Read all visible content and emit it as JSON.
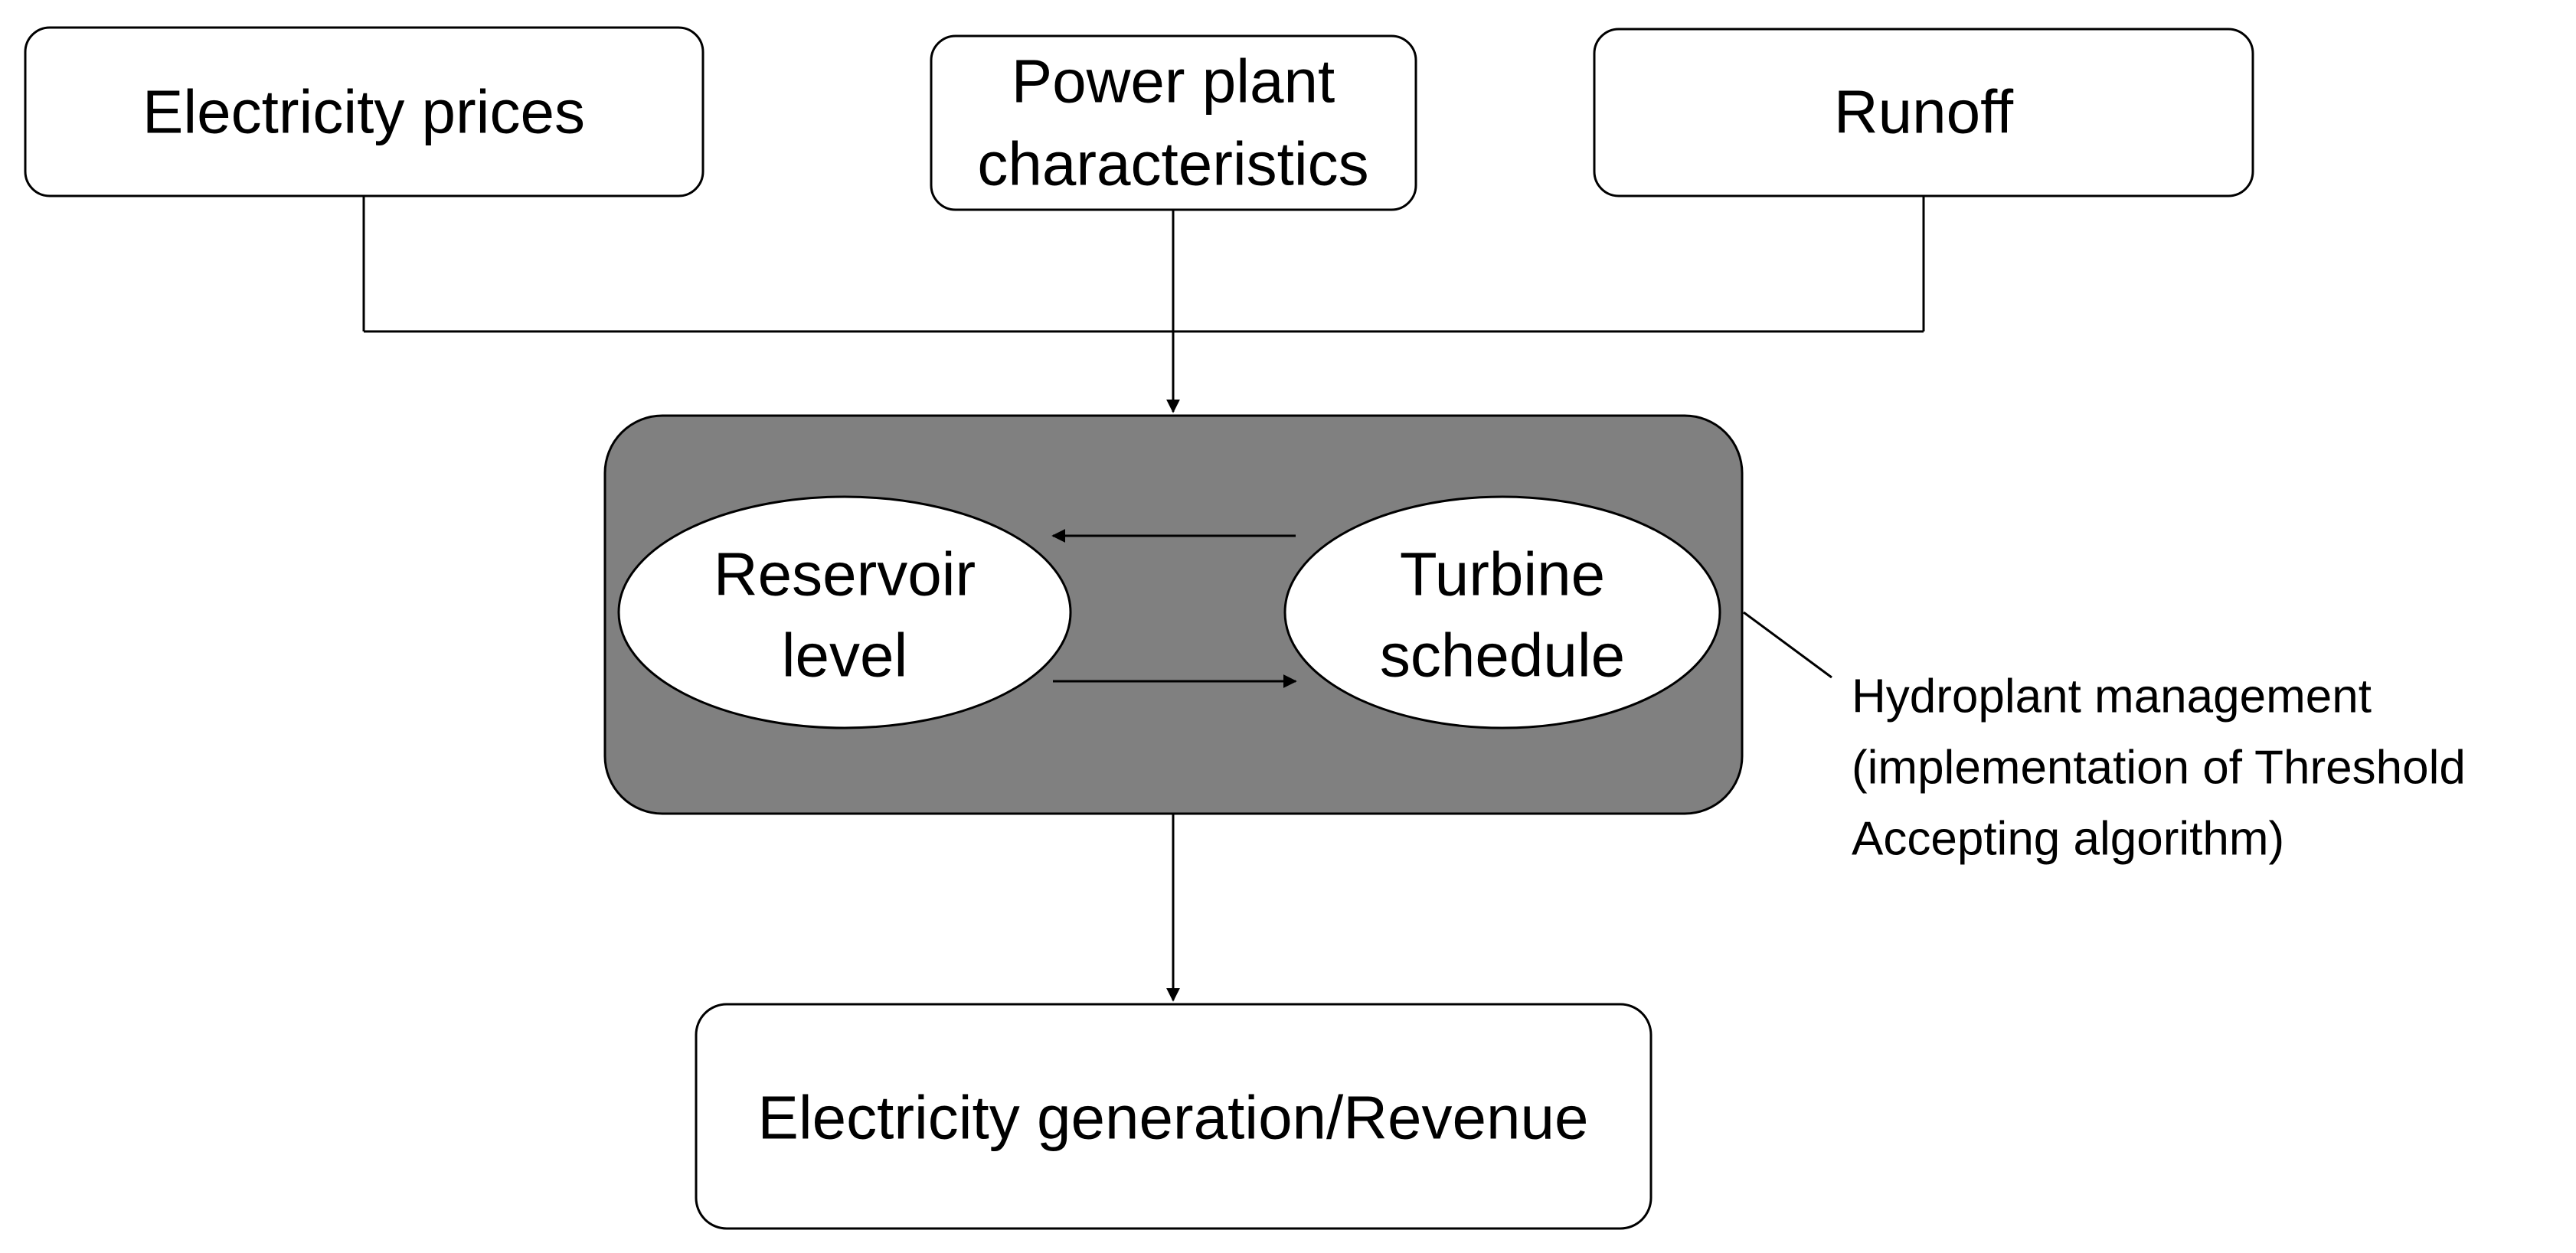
{
  "diagram": {
    "inputs": {
      "electricity_prices": "Electricity prices",
      "power_plant_line1": "Power plant",
      "power_plant_line2": "characteristics",
      "runoff": "Runoff"
    },
    "core": {
      "reservoir_line1": "Reservoir",
      "reservoir_line2": "level",
      "turbine_line1": "Turbine",
      "turbine_line2": "schedule"
    },
    "note": {
      "line1": "Hydroplant management",
      "line2": "(implementation of Threshold",
      "line3": "Accepting algorithm)"
    },
    "output": {
      "label": "Electricity generation/Revenue"
    },
    "colors": {
      "core_fill": "#808080",
      "box_fill": "#ffffff",
      "stroke": "#000000"
    }
  }
}
